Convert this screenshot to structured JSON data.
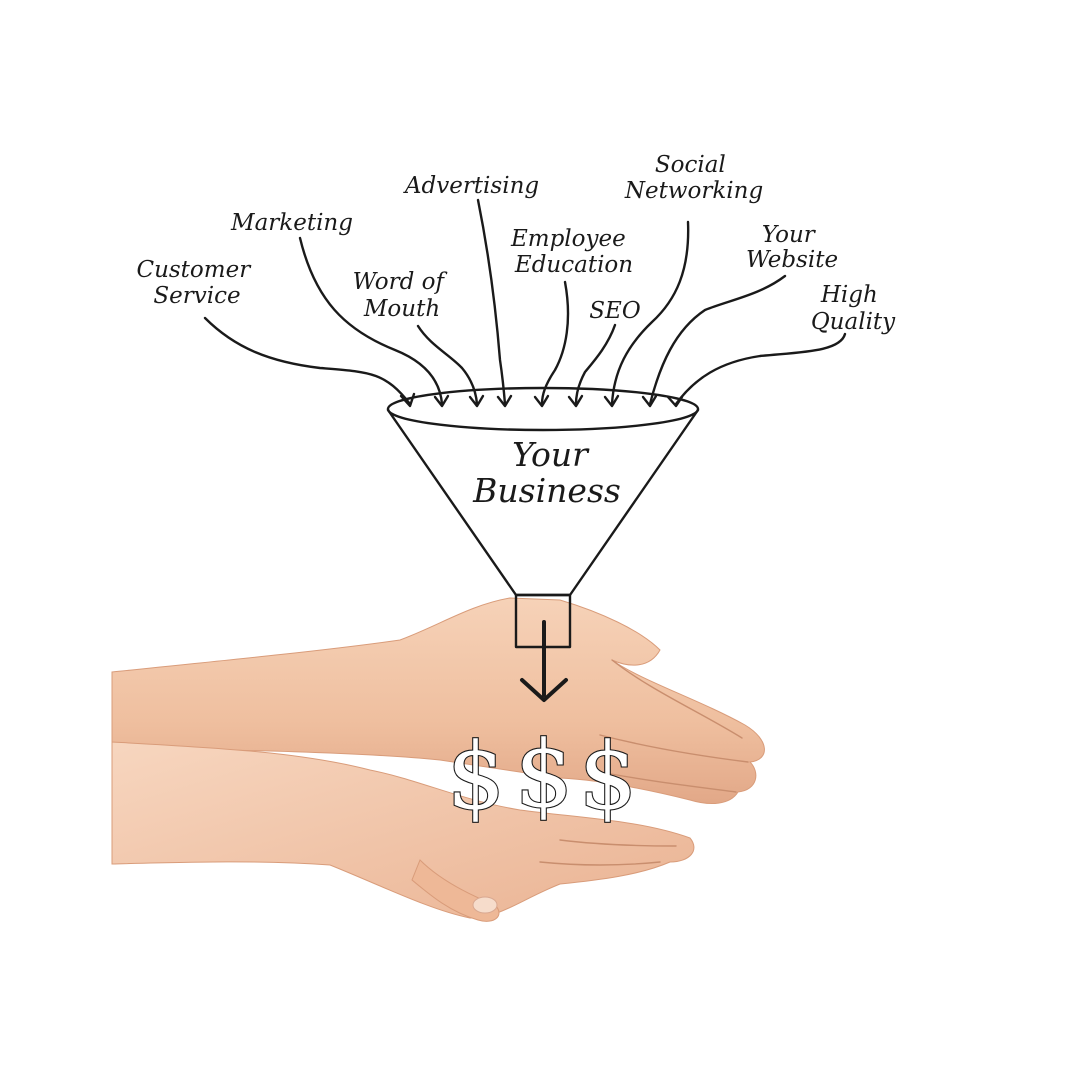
{
  "inputs": [
    {
      "id": "customer-service",
      "lines": [
        "Customer",
        "Service"
      ]
    },
    {
      "id": "marketing",
      "lines": [
        "Marketing"
      ]
    },
    {
      "id": "word-of-mouth",
      "lines": [
        "Word of",
        "Mouth"
      ]
    },
    {
      "id": "advertising",
      "lines": [
        "Advertising"
      ]
    },
    {
      "id": "employee-education",
      "lines": [
        "Employee",
        "Education"
      ]
    },
    {
      "id": "seo",
      "lines": [
        "SEO"
      ]
    },
    {
      "id": "social-networking",
      "lines": [
        "Social",
        "Networking"
      ]
    },
    {
      "id": "your-website",
      "lines": [
        "Your",
        "Website"
      ]
    },
    {
      "id": "high-quality",
      "lines": [
        "High",
        "Quality"
      ]
    }
  ],
  "funnel": {
    "label_line1": "Your",
    "label_line2": "Business"
  },
  "output": {
    "symbols": [
      "$",
      "$",
      "$"
    ]
  },
  "colors": {
    "ink": "#1a1a1a",
    "skin": "#f2c4a6",
    "skin_shadow": "#dc9f7c",
    "background": "#ffffff"
  }
}
